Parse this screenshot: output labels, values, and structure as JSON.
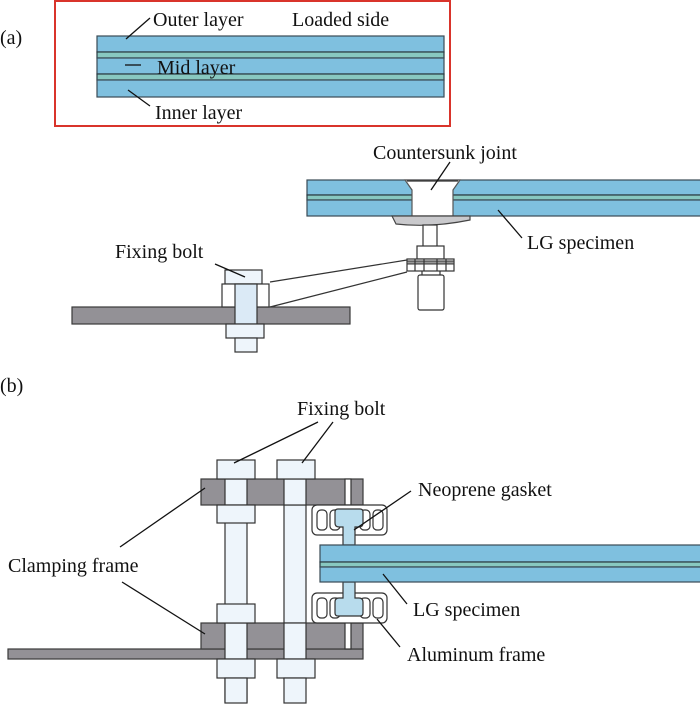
{
  "figure": {
    "panels": [
      {
        "label": "(a)",
        "inset": {
          "labels": {
            "outer_layer": "Outer layer",
            "loaded_side": "Loaded side",
            "mid_layer": "Mid layer",
            "inner_layer": "Inner layer"
          },
          "frame_color": "#d9342b"
        },
        "labels": {
          "countersunk_joint": "Countersunk joint",
          "fixing_bolt": "Fixing bolt",
          "lg_specimen": "LG specimen"
        }
      },
      {
        "label": "(b)",
        "labels": {
          "fixing_bolt": "Fixing bolt",
          "neoprene_gasket": "Neoprene gasket",
          "clamping_frame": "Clamping frame",
          "lg_specimen": "LG specimen",
          "aluminum_frame": "Aluminum frame"
        }
      }
    ],
    "colors": {
      "glass": "#7fc0df",
      "interlayer": "#88c8c0",
      "steel": "#939196",
      "bolt": "#eef5fb",
      "gasket": "#b8dced"
    }
  }
}
